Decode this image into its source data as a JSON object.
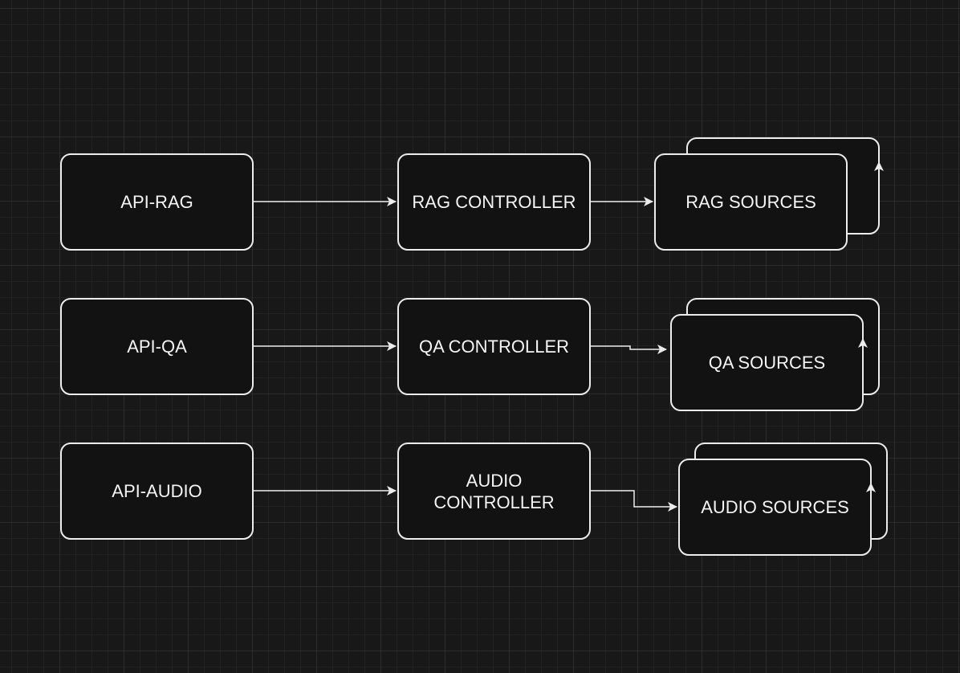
{
  "diagram": {
    "background": "#181818",
    "line_color": "#ececec",
    "rows": [
      {
        "api": "API-RAG",
        "controller": "RAG CONTROLLER",
        "sources": "RAG SOURCES"
      },
      {
        "api": "API-QA",
        "controller": "QA CONTROLLER",
        "sources": "QA SOURCES"
      },
      {
        "api": "API-AUDIO",
        "controller": "AUDIO\nCONTROLLER",
        "sources": "AUDIO SOURCES"
      }
    ]
  }
}
